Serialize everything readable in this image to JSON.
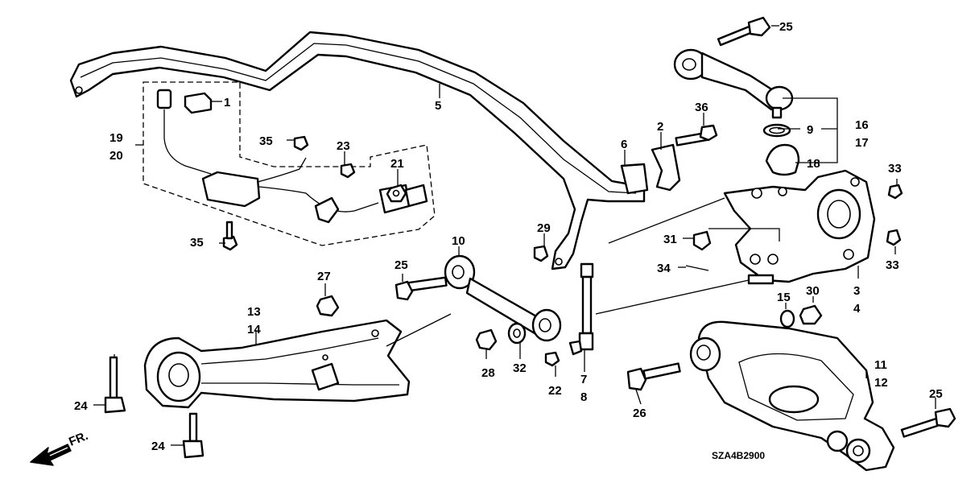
{
  "labels": [
    "1",
    "2",
    "3",
    "4",
    "5",
    "6",
    "7",
    "8",
    "9",
    "10",
    "11",
    "12",
    "13",
    "14",
    "15",
    "16",
    "17",
    "18",
    "19",
    "20",
    "21",
    "22",
    "23",
    "24",
    "24",
    "25",
    "25",
    "25",
    "26",
    "27",
    "28",
    "29",
    "30",
    "31",
    "32",
    "33",
    "33",
    "34",
    "35",
    "35",
    "36"
  ],
  "diagram_code": "SZA4B2900",
  "direction_label": "FR."
}
